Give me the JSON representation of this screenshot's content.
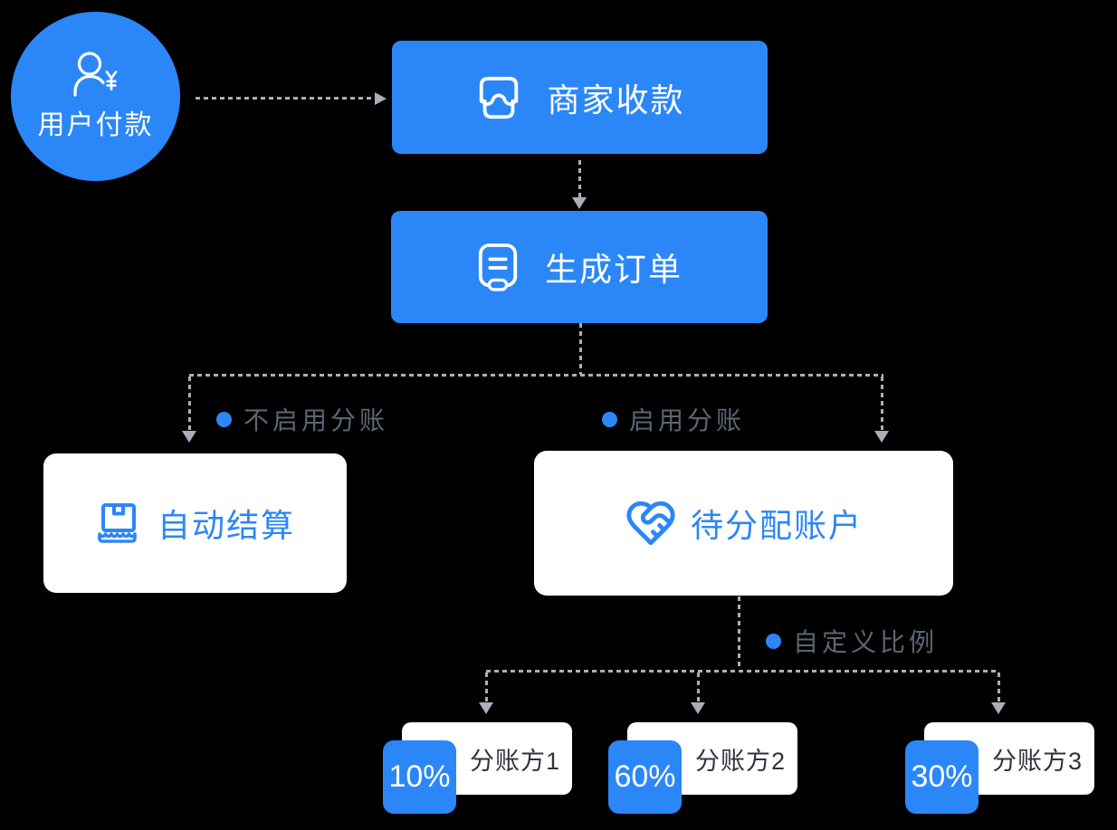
{
  "colors": {
    "blue": "#2b87f8",
    "white": "#ffffff",
    "line": "#aab0b8",
    "gray-text": "#5b6574",
    "dark-text": "#2f333a",
    "bg": "#000000"
  },
  "flow": {
    "user": {
      "label": "用户付款",
      "icon": "user-pay-icon"
    },
    "merchant": {
      "label": "商家收款",
      "icon": "storefront-icon"
    },
    "order": {
      "label": "生成订单",
      "icon": "order-list-icon"
    },
    "auto_settle": {
      "label": "自动结算",
      "icon": "package-icon"
    },
    "pending_account": {
      "label": "待分配账户",
      "icon": "heart-handshake-icon"
    }
  },
  "branches": {
    "no_split_label": "不启用分账",
    "split_label": "启用分账",
    "custom_ratio_label": "自定义比例"
  },
  "receivers": [
    {
      "percent": "10%",
      "label": "分账方1"
    },
    {
      "percent": "60%",
      "label": "分账方2"
    },
    {
      "percent": "30%",
      "label": "分账方3"
    }
  ]
}
